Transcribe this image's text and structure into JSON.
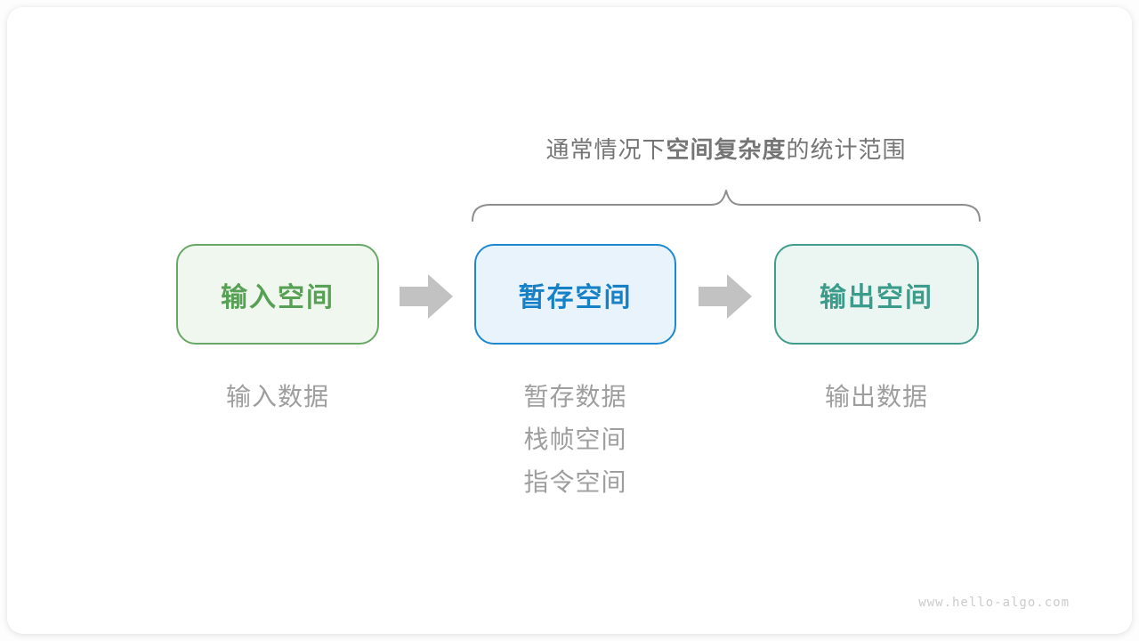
{
  "title": {
    "prefix": "通常情况下",
    "bold": "空间复杂度",
    "suffix": "的统计范围"
  },
  "boxes": [
    {
      "id": "input-space",
      "label": "输入空间",
      "border": "#69A767",
      "bg": "#F0F7EF",
      "text": "#57A055"
    },
    {
      "id": "temp-space",
      "label": "暂存空间",
      "border": "#1E88CE",
      "bg": "#E9F3FB",
      "text": "#1781C8"
    },
    {
      "id": "output-space",
      "label": "输出空间",
      "border": "#409D8E",
      "bg": "#EBF5F2",
      "text": "#3C9C8C"
    }
  ],
  "notes": {
    "input": [
      "输入数据"
    ],
    "temp": [
      "暂存数据",
      "栈帧空间",
      "指令空间"
    ],
    "output": [
      "输出数据"
    ]
  },
  "colors": {
    "title_text": "#757575",
    "note_text": "#9E9E9E",
    "brace": "#8E8E8E",
    "arrow": "#C2C2C2",
    "watermark": "#CCCCCC"
  },
  "watermark": "www.hello-algo.com"
}
